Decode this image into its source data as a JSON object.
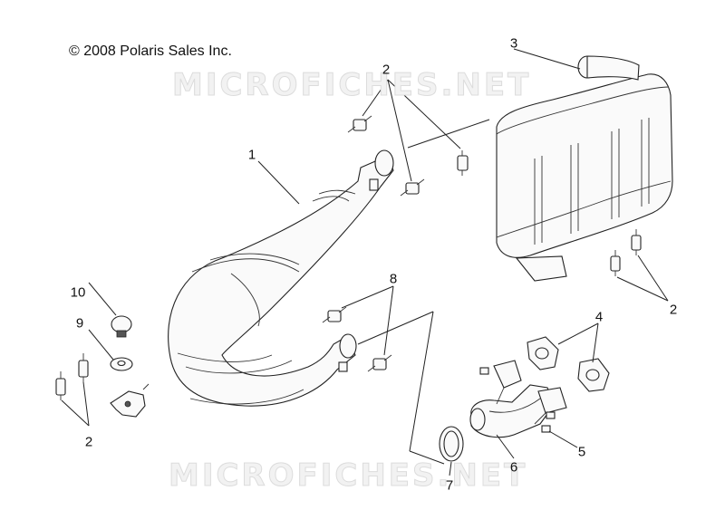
{
  "copyright": "© 2008 Polaris Sales Inc.",
  "watermark": "MICROFICHES.NET",
  "callouts": {
    "c1": "1",
    "c2a": "2",
    "c2b": "2",
    "c2c": "2",
    "c3": "3",
    "c4": "4",
    "c5": "5",
    "c6": "6",
    "c7": "7",
    "c8": "8",
    "c9": "9",
    "c10": "10"
  }
}
